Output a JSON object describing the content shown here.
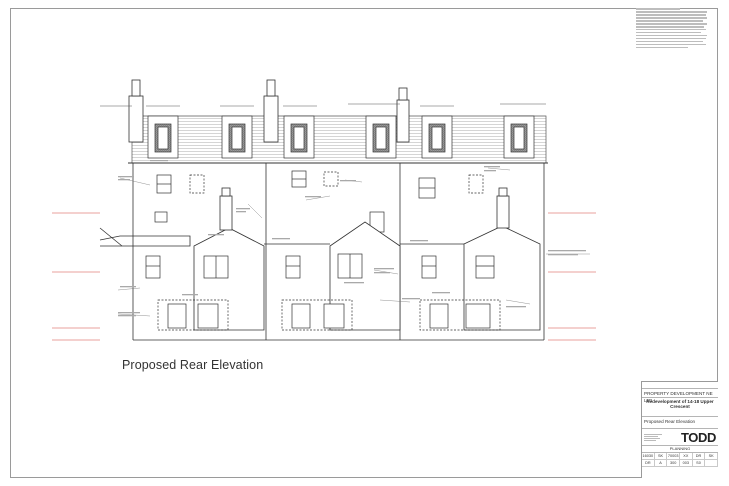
{
  "drawing": {
    "title": "Proposed Rear Elevation"
  },
  "title_block": {
    "client": "PROPERTY DEVELOPMENT NE LTD",
    "project": "Redevelopment of 14-18 Upper Crescent",
    "drawing_title": "Proposed Rear Elevation",
    "logo": "TODD",
    "status": "PLANNING",
    "grid_row1": [
      "16030",
      "SK",
      "70003",
      "XX",
      "DR",
      "SK"
    ],
    "grid_row2": [
      "DR",
      "A",
      "300",
      "003",
      "S0",
      ""
    ]
  },
  "colors": {
    "line": "#3a3a3a",
    "roof_hatch": "#bdbdbd",
    "dormer_window": "#8a8a8a",
    "level_marker": "#d2443c"
  }
}
